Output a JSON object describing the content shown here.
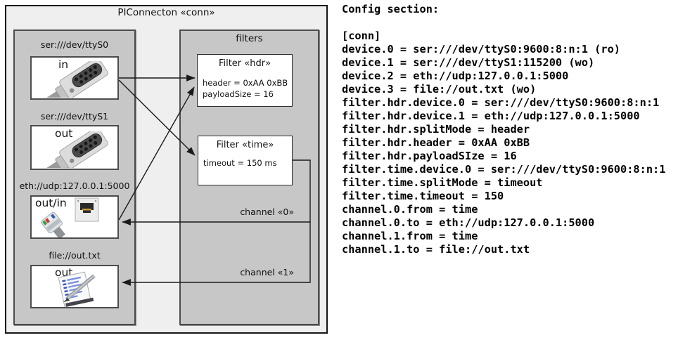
{
  "diagram": {
    "title": "PIConnecton «conn»",
    "devices": [
      {
        "uri": "ser:///dev/ttyS0",
        "direction": "in",
        "icon": "serial-connector-icon"
      },
      {
        "uri": "ser:///dev/ttyS1",
        "direction": "out",
        "icon": "serial-connector-icon"
      },
      {
        "uri": "eth://udp:127.0.0.1:5000",
        "direction": "out/in",
        "icon": "ethernet-plug-icon"
      },
      {
        "uri": "file://out.txt",
        "direction": "out",
        "icon": "notepad-pen-icon"
      }
    ],
    "filters_panel": {
      "title": "filters",
      "filters": [
        {
          "title": "Filter «hdr»",
          "attributes": [
            "header = 0xAA 0xBB",
            "payloadSize = 16"
          ]
        },
        {
          "title": "Filter «time»",
          "attributes": [
            "timeout = 150 ms"
          ]
        }
      ]
    },
    "channels": [
      {
        "label": "channel «0»"
      },
      {
        "label": "channel «1»"
      }
    ]
  },
  "config": {
    "heading": "Config section:",
    "lines": [
      "[conn]",
      "device.0 = ser:///dev/ttyS0:9600:8:n:1 (ro)",
      "device.1 = ser:///dev/ttyS1:115200 (wo)",
      "device.2 = eth://udp:127.0.0.1:5000",
      "device.3 = file://out.txt (wo)",
      "filter.hdr.device.0 = ser:///dev/ttyS0:9600:8:n:1",
      "filter.hdr.device.1 = eth://udp:127.0.0.1:5000",
      "filter.hdr.splitMode = header",
      "filter.hdr.header = 0xAA 0xBB",
      "filter.hdr.payloadSIze = 16",
      "filter.time.device.0 = ser:///dev/ttyS0:9600:8:n:1",
      "filter.time.splitMode = timeout",
      "filter.time.timeout = 150",
      "channel.0.from = time",
      "channel.0.to = eth://udp:127.0.0.1:5000",
      "channel.1.from = time",
      "channel.1.to = file://out.txt"
    ]
  },
  "colors": {
    "outer_fill": "#efefef",
    "panel_fill": "#c7c7c7",
    "box_fill": "#ffffff",
    "border_dark": "#4c4c4c",
    "outer_border": "#161616",
    "wire": "#1a1a1a"
  }
}
